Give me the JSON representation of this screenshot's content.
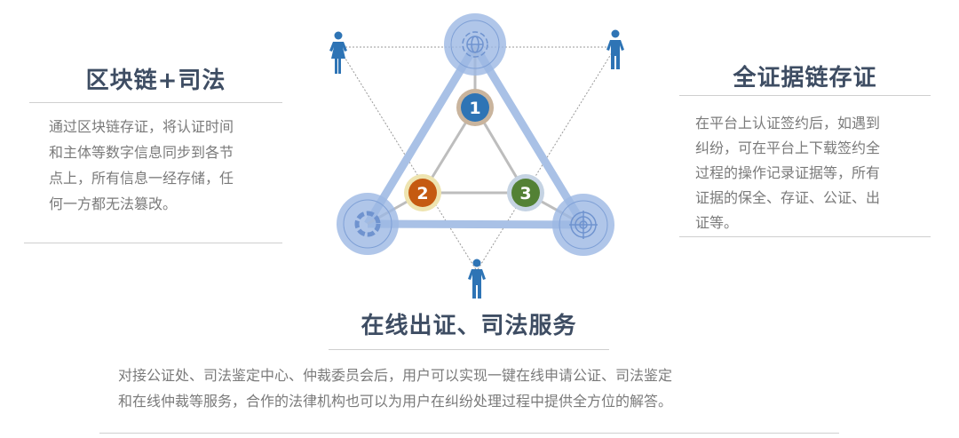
{
  "left_panel": {
    "title": "区块链+司法",
    "lines": [
      "通过区块链存证，将认证时间",
      "和主体等数字信息同步到各节",
      "点上，所有信息一经存储，任",
      "何一方都无法篡改。"
    ]
  },
  "right_panel": {
    "title": "全证据链存证",
    "lines": [
      "在平台上认证签约后，如遇到",
      "纠纷，可在平台上下载签约全",
      "过程的操作记录证据等，所有",
      "证据的保全、存证、公证、出",
      "证等。"
    ]
  },
  "bottom_panel": {
    "title": "在线出证、司法服务",
    "lines": [
      "对接公证处、司法鉴定中心、仲裁委员会后，用户可以实现一键在线申请公证、司法鉴定",
      "和在线仲裁等服务，合作的法律机构也可以为用户在纠纷处理过程中提供全方位的解答。"
    ]
  },
  "diagram": {
    "nodes": [
      {
        "label": "1",
        "color": "#2e74b5",
        "ring": "#c9b49d"
      },
      {
        "label": "2",
        "color": "#c55a11",
        "ring": "#eee4b0"
      },
      {
        "label": "3",
        "color": "#538135",
        "ring": "#c5d3e3"
      }
    ],
    "hub_icons": [
      "globe-cycle-icon",
      "pie-chart-icon",
      "target-icon"
    ],
    "people": [
      "person-female-icon",
      "person-male-icon",
      "person-male-icon"
    ],
    "accent": "#2e74b5"
  }
}
